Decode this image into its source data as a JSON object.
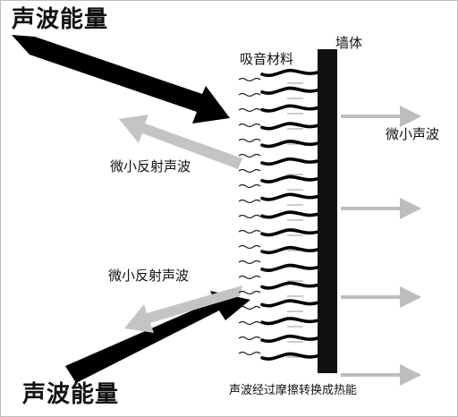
{
  "labels": {
    "energy_top": "声波能量",
    "energy_bottom": "声波能量",
    "absorber": "吸音材料",
    "wall": "墙体",
    "transmitted": "微小声波",
    "reflected_top": "微小反射声波",
    "reflected_bottom": "微小反射声波",
    "conversion": "声波经过摩擦转换成热能"
  },
  "colors": {
    "incident_arrow": "#000000",
    "reflected_arrow": "#bdbdbd",
    "transmitted_arrow": "#bdbdbd",
    "wall": "#111111",
    "fibers": "#000000",
    "wave_marks": "#222222"
  },
  "counts": {
    "absorber_fibers": 17,
    "transmitted_arrows": 4
  }
}
